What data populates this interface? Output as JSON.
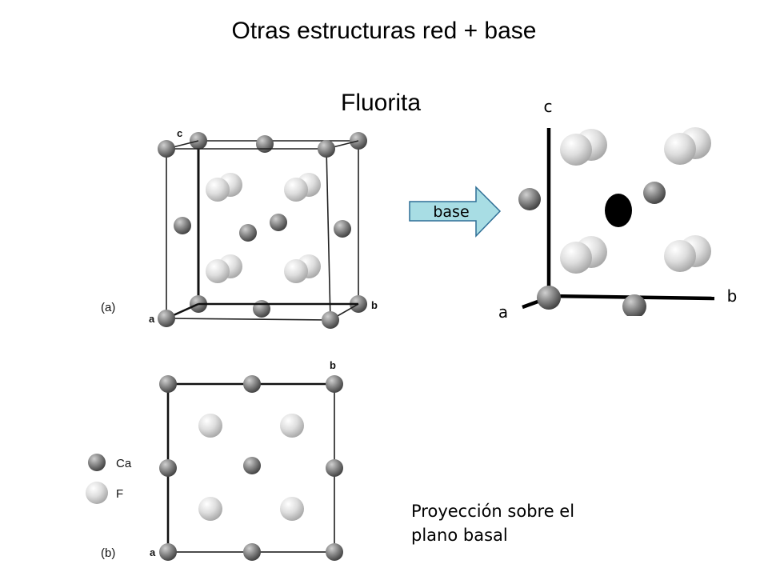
{
  "title": "Otras estructuras red + base",
  "subtitle": "Fluorita",
  "panel_a": {
    "tag": "(a)",
    "axis_c": "c",
    "axis_a": "a",
    "axis_b": "b"
  },
  "panel_b": {
    "tag": "(b)",
    "axis_a": "a",
    "axis_b": "b"
  },
  "legend": {
    "ca": "Ca",
    "f": "F"
  },
  "arrow_label": "base",
  "basis": {
    "axis_c": "c",
    "axis_a": "a",
    "axis_b": "b"
  },
  "caption": "Proyección sobre el plano basal",
  "colors": {
    "arrow_fill": "#a8dde4",
    "arrow_stroke": "#2f6f96",
    "ca_atom": "#777777",
    "f_atom": "#d9d9d9"
  }
}
